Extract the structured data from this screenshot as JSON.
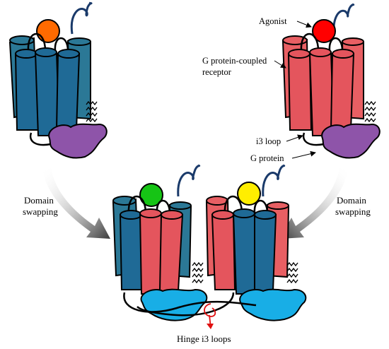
{
  "labels": {
    "agonist": "Agonist",
    "gpcr_line1": "G protein-coupled",
    "gpcr_line2": "receptor",
    "i3_loop": "i3 loop",
    "g_protein": "G protein",
    "domain_swapping_left_line1": "Domain",
    "domain_swapping_left_line2": "swapping",
    "domain_swapping_right_line1": "Domain",
    "domain_swapping_right_line2": "swapping",
    "hinge": "Hinge i3 loops"
  },
  "colors": {
    "blue_helix": "#1f6a96",
    "blue_helix_back": "#2b7896",
    "red_helix": "#e4555d",
    "red_helix_back": "#e85f63",
    "purple_gprotein": "#8e54a9",
    "cyan_gprotein": "#18aee6",
    "ligand_orange": "#ff6a00",
    "ligand_red": "#ff0000",
    "ligand_green": "#16c415",
    "ligand_yellow": "#ffee00",
    "n_terminus": "#1a3a6a",
    "hinge_arrow": "#e01010"
  }
}
